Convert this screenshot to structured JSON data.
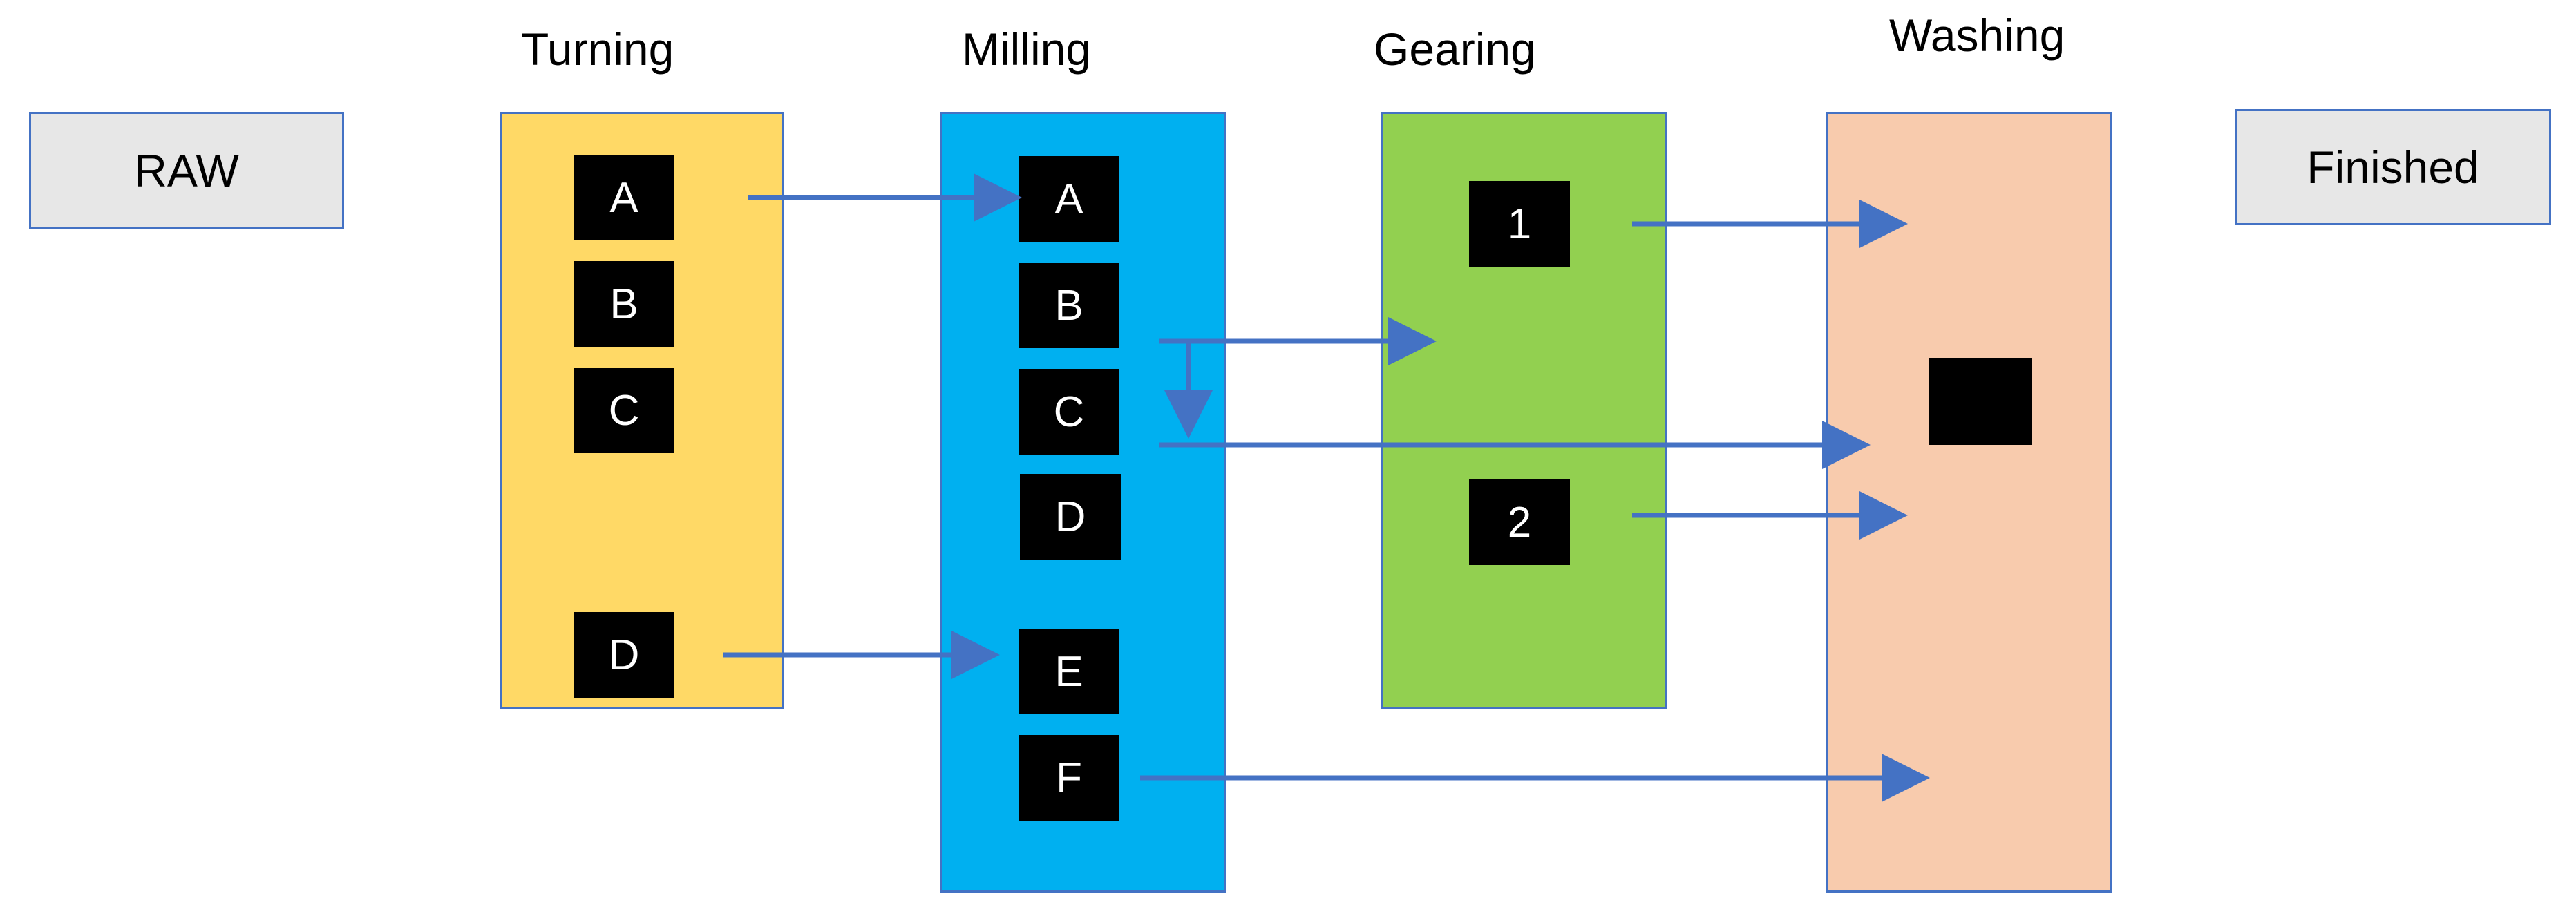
{
  "endpoints": {
    "raw": "RAW",
    "finished": "Finished"
  },
  "stages": {
    "turning": {
      "title": "Turning",
      "color": "#ffd966",
      "parts": [
        "A",
        "B",
        "C",
        "D"
      ]
    },
    "milling": {
      "title": "Milling",
      "color": "#00b0f0",
      "parts": [
        "A",
        "B",
        "C",
        "D",
        "E",
        "F"
      ]
    },
    "gearing": {
      "title": "Gearing",
      "color": "#92d050",
      "parts": [
        "1",
        "2"
      ]
    },
    "washing": {
      "title": "Washing",
      "color": "#f8cbad",
      "parts": [
        ""
      ]
    }
  },
  "colors": {
    "box_border": "#4472c4",
    "arrow": "#4472c4",
    "part_fill": "#000000",
    "endpoint_fill": "#e7e7e7"
  }
}
